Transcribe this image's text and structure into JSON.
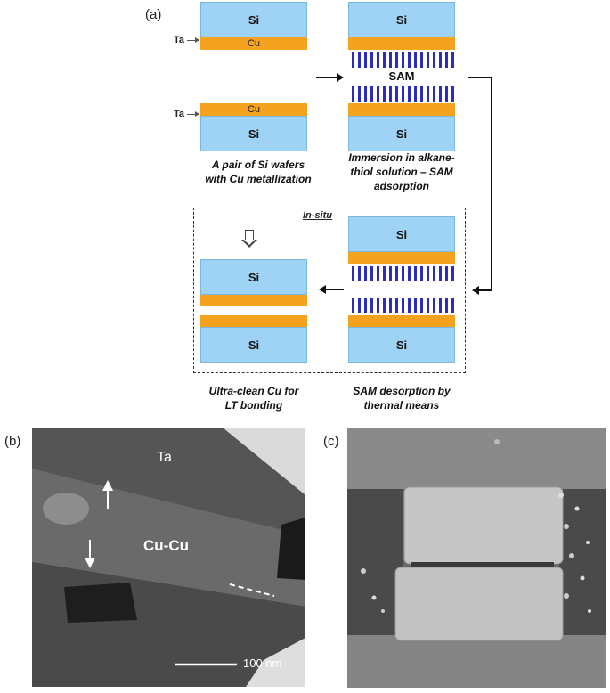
{
  "panels": {
    "a": "(a)",
    "b": "(b)",
    "c": "(c)"
  },
  "layers": {
    "si": "Si",
    "cu": "Cu",
    "sam": "SAM",
    "ta": "Ta"
  },
  "captions": {
    "step1": [
      "A pair of Si wafers",
      "with Cu metallization"
    ],
    "step2": [
      "Immersion in alkane-",
      "thiol solution – SAM",
      "adsorption"
    ],
    "step3": [
      "Ultra-clean Cu for",
      "LT bonding"
    ],
    "step4": [
      "SAM desorption by",
      "thermal means"
    ],
    "insitu": "In-situ"
  },
  "tem": {
    "ta_label": "Ta",
    "cu_label": "Cu-Cu",
    "scale_label": "100 nm"
  },
  "colors": {
    "si": "#9fd3f5",
    "cu": "#f5a21f",
    "sam": "#2b2bbd"
  }
}
